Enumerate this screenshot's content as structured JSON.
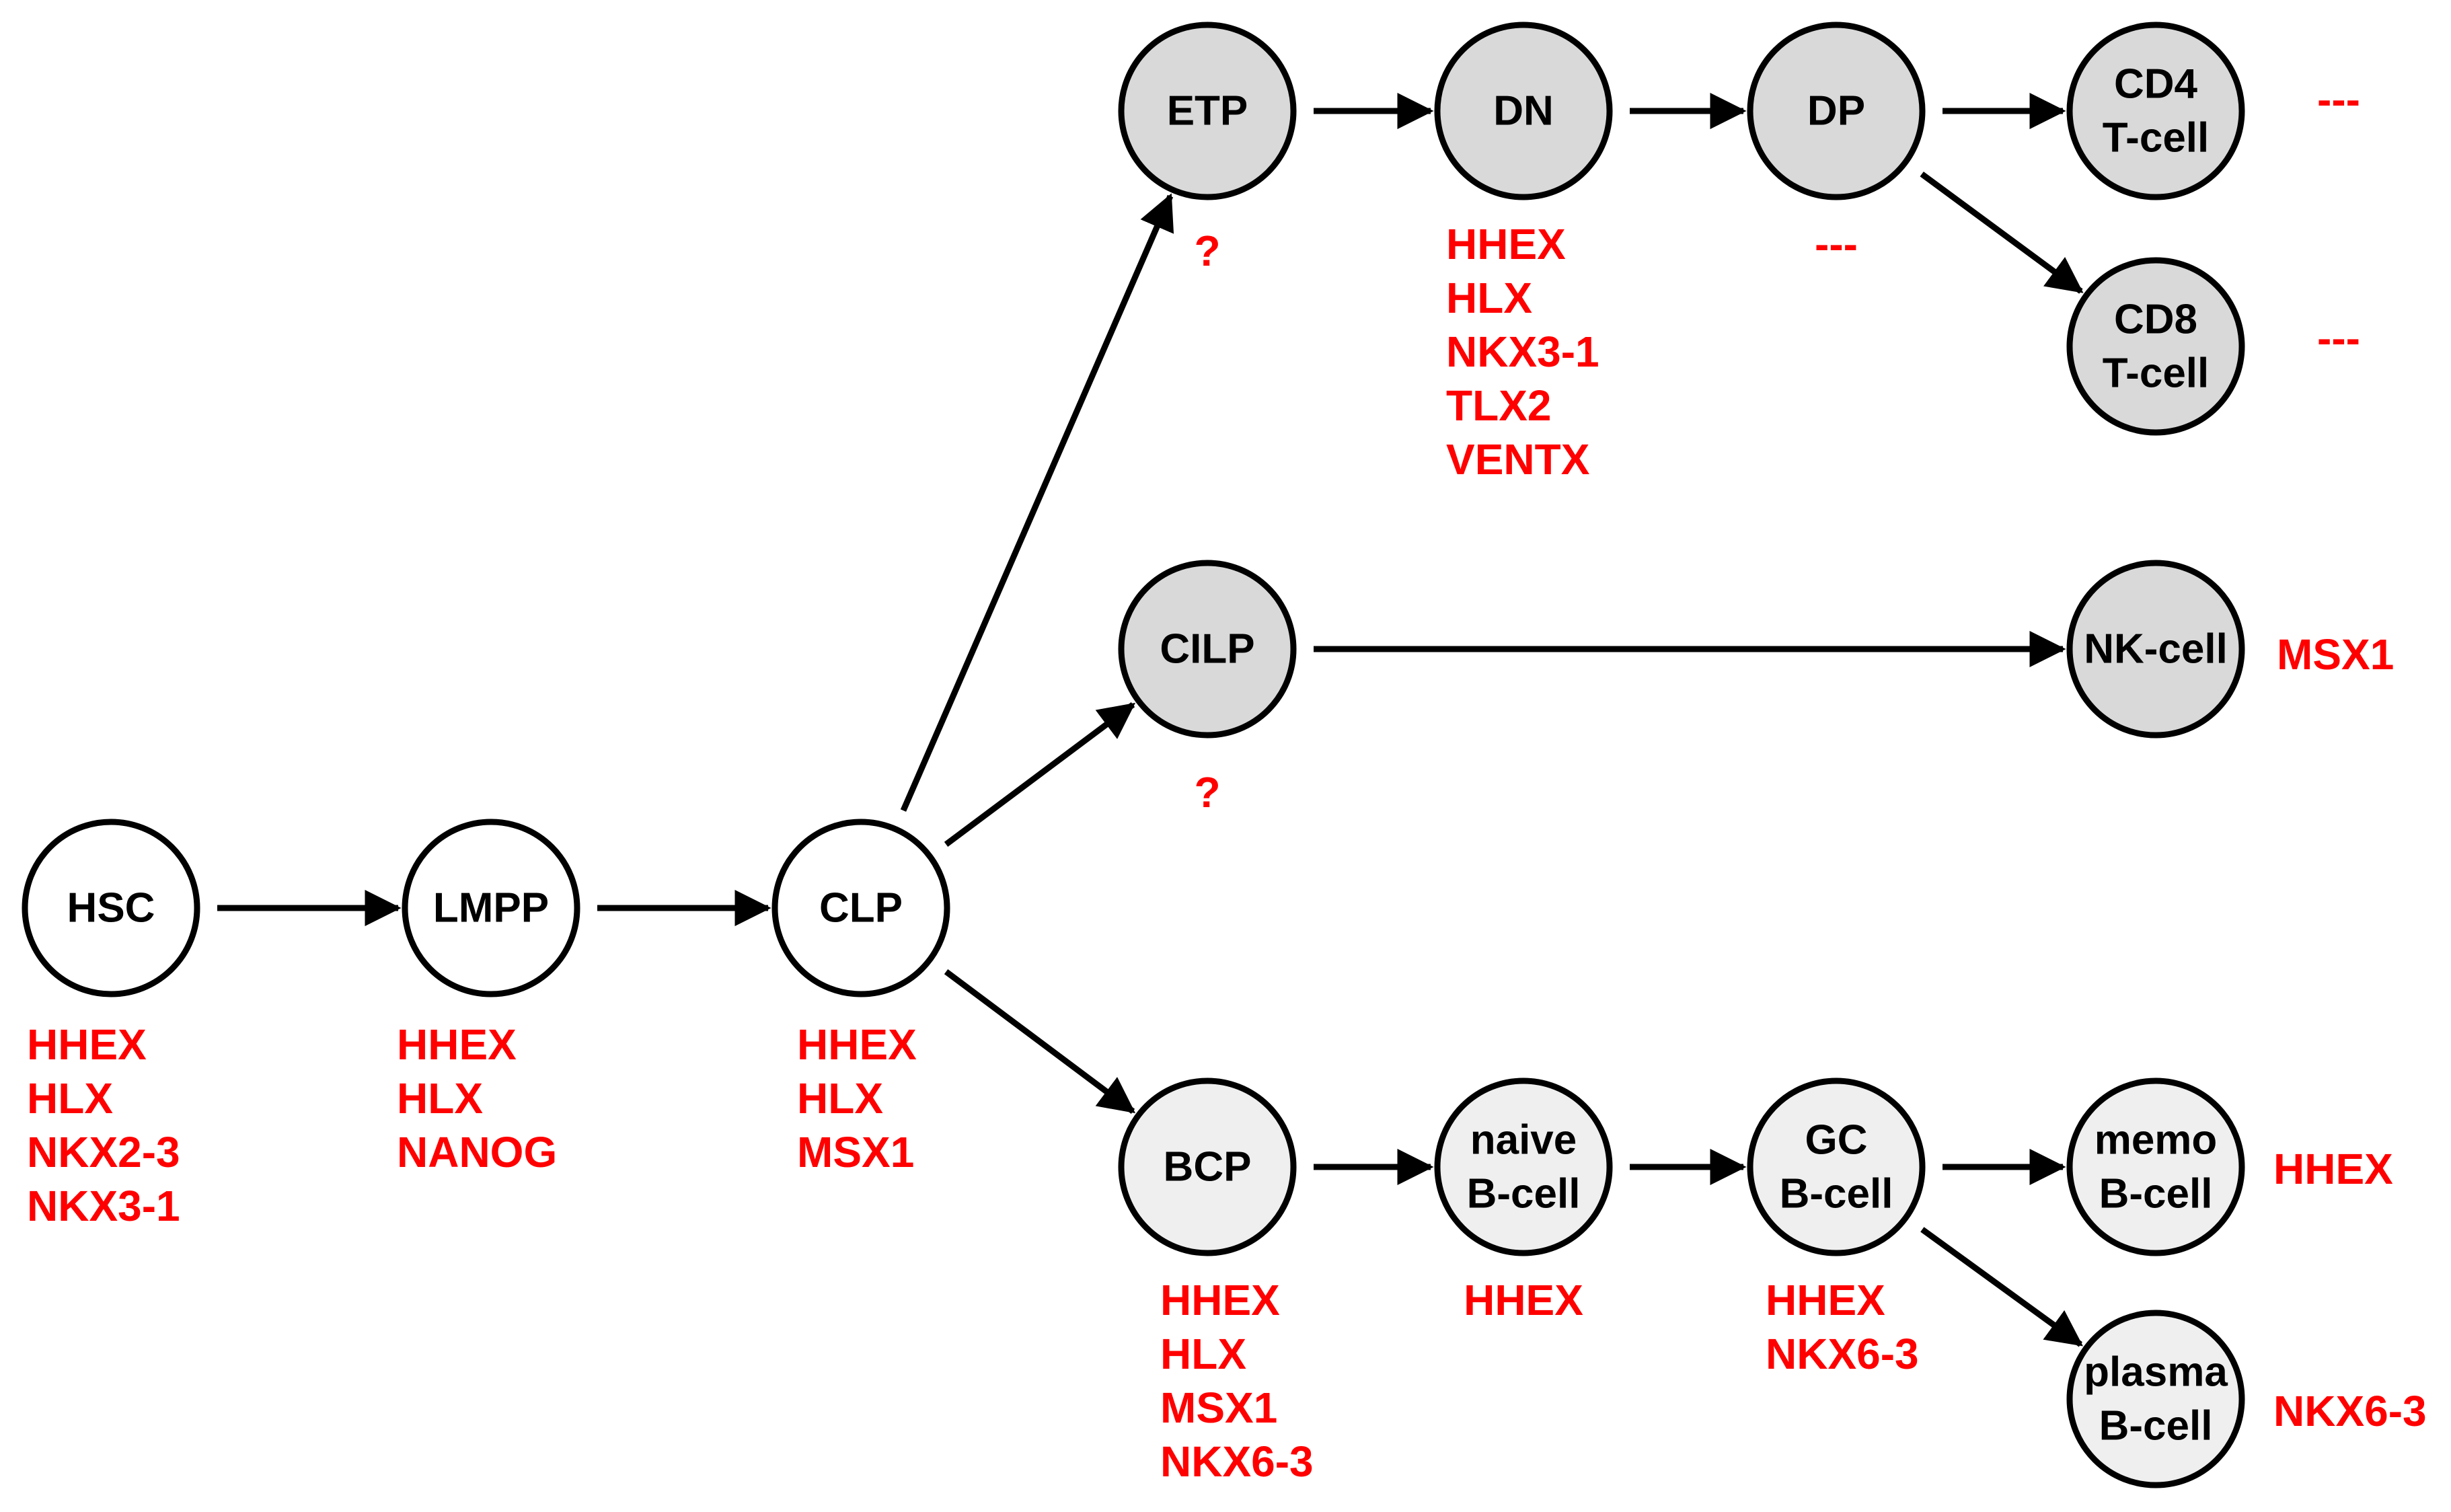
{
  "colors": {
    "node_white": "#ffffff",
    "node_gray": "#d9d9d9",
    "node_light": "#efefef",
    "gene_red": "#ff0000",
    "line_black": "#000000"
  },
  "nodes": [
    {
      "id": "hsc",
      "lines": [
        "HSC"
      ],
      "fill": "white"
    },
    {
      "id": "lmpp",
      "lines": [
        "LMPP"
      ],
      "fill": "white"
    },
    {
      "id": "clp",
      "lines": [
        "CLP"
      ],
      "fill": "white"
    },
    {
      "id": "etp",
      "lines": [
        "ETP"
      ],
      "fill": "gray"
    },
    {
      "id": "dn",
      "lines": [
        "DN"
      ],
      "fill": "gray"
    },
    {
      "id": "dp",
      "lines": [
        "DP"
      ],
      "fill": "gray"
    },
    {
      "id": "cd4",
      "lines": [
        "CD4",
        "T-cell"
      ],
      "fill": "gray"
    },
    {
      "id": "cd8",
      "lines": [
        "CD8",
        "T-cell"
      ],
      "fill": "gray"
    },
    {
      "id": "cilp",
      "lines": [
        "CILP"
      ],
      "fill": "gray"
    },
    {
      "id": "nk",
      "lines": [
        "NK-cell"
      ],
      "fill": "gray"
    },
    {
      "id": "bcp",
      "lines": [
        "BCP"
      ],
      "fill": "light"
    },
    {
      "id": "naive",
      "lines": [
        "naive",
        "B-cell"
      ],
      "fill": "light"
    },
    {
      "id": "gc",
      "lines": [
        "GC",
        "B-cell"
      ],
      "fill": "light"
    },
    {
      "id": "memo",
      "lines": [
        "memo",
        "B-cell"
      ],
      "fill": "light"
    },
    {
      "id": "plasma",
      "lines": [
        "plasma",
        "B-cell"
      ],
      "fill": "light"
    }
  ],
  "edges": [
    {
      "from": "hsc",
      "to": "lmpp"
    },
    {
      "from": "lmpp",
      "to": "clp"
    },
    {
      "from": "clp",
      "to": "etp"
    },
    {
      "from": "clp",
      "to": "cilp"
    },
    {
      "from": "clp",
      "to": "bcp"
    },
    {
      "from": "etp",
      "to": "dn"
    },
    {
      "from": "dn",
      "to": "dp"
    },
    {
      "from": "dp",
      "to": "cd4"
    },
    {
      "from": "dp",
      "to": "cd8"
    },
    {
      "from": "cilp",
      "to": "nk"
    },
    {
      "from": "bcp",
      "to": "naive"
    },
    {
      "from": "naive",
      "to": "gc"
    },
    {
      "from": "gc",
      "to": "memo"
    },
    {
      "from": "gc",
      "to": "plasma"
    }
  ],
  "genes": [
    {
      "node": "hsc",
      "lines": [
        "HHEX",
        "HLX",
        "NKX2-3",
        "NKX3-1"
      ]
    },
    {
      "node": "lmpp",
      "lines": [
        "HHEX",
        "HLX",
        "NANOG"
      ]
    },
    {
      "node": "clp",
      "lines": [
        "HHEX",
        "HLX",
        "MSX1"
      ]
    },
    {
      "node": "etp",
      "lines": [
        "?"
      ]
    },
    {
      "node": "dn",
      "lines": [
        "HHEX",
        "HLX",
        "NKX3-1",
        "TLX2",
        "VENTX"
      ]
    },
    {
      "node": "dp",
      "lines": [
        "---"
      ]
    },
    {
      "node": "cd4",
      "lines": [
        "---"
      ]
    },
    {
      "node": "cd8",
      "lines": [
        "---"
      ]
    },
    {
      "node": "cilp",
      "lines": [
        "?"
      ]
    },
    {
      "node": "nk",
      "lines": [
        "MSX1"
      ]
    },
    {
      "node": "bcp",
      "lines": [
        "HHEX",
        "HLX",
        "MSX1",
        "NKX6-3"
      ]
    },
    {
      "node": "naive",
      "lines": [
        "HHEX"
      ]
    },
    {
      "node": "gc",
      "lines": [
        "HHEX",
        "NKX6-3"
      ]
    },
    {
      "node": "memo",
      "lines": [
        "HHEX"
      ]
    },
    {
      "node": "plasma",
      "lines": [
        "NKX6-3"
      ]
    }
  ]
}
